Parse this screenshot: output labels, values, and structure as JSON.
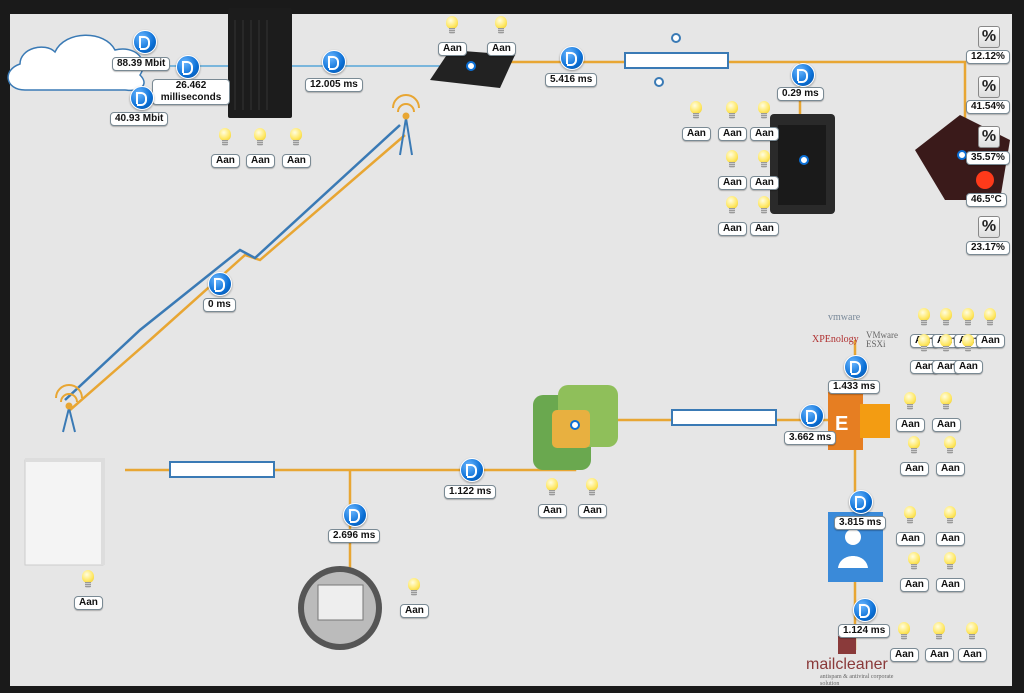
{
  "labels": {
    "dl": "88.39 Mbit",
    "ping_isp": "26.462 milliseconds",
    "ul": "40.93 Mbit",
    "ping_modem": "12.005 ms",
    "ping_switch": "5.416 ms",
    "ping_nas": "0.29 ms",
    "ping_wifi": "0 ms",
    "ping_esxi": "1.433 ms",
    "ping_exchange": "3.662 ms",
    "ping_vcenter": "1.122 ms",
    "ping_knx": "2.696 ms",
    "ping_ad": "3.815 ms",
    "ping_mail": "1.124 ms"
  },
  "percents": [
    "12.12%",
    "41.54%",
    "35.57%",
    "23.17%"
  ],
  "temperature": "46.5°C",
  "lamp_label": "Aan",
  "vendors": {
    "vmware": "vmware",
    "xpenology": "XPEnology",
    "esxi": "VMware ESXi",
    "mailcleaner": "mailcleaner",
    "mailcleaner_sub": "antispam & antiviral corporate solution"
  },
  "colors": {
    "link_orange": "#e8a633",
    "link_blue": "#3a7ab5",
    "badge_blue": "#0a6fd6",
    "bulb": "#ffe866"
  }
}
